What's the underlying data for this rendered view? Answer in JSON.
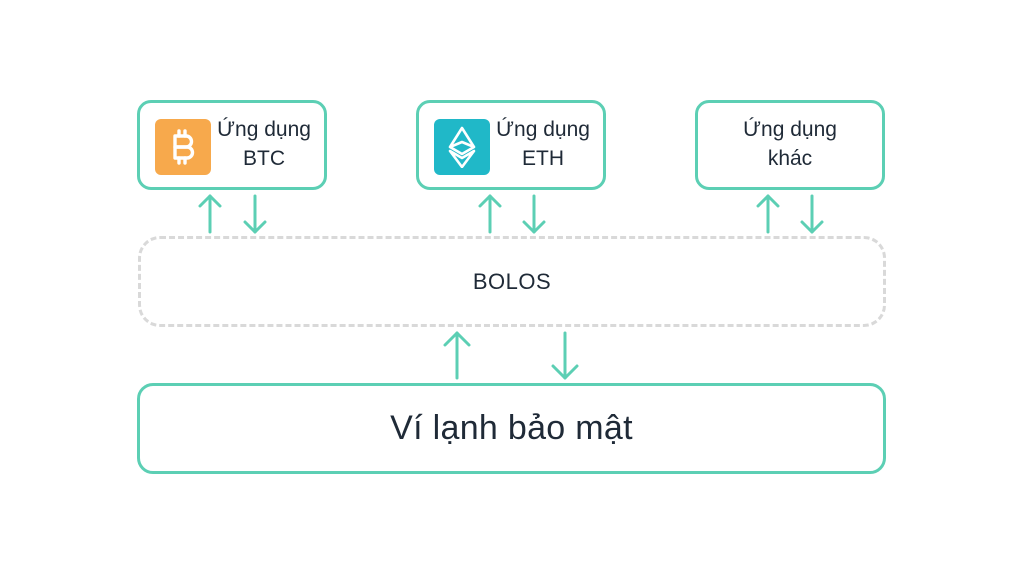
{
  "colors": {
    "accent": "#5ccfb4",
    "dashed_border": "#d9d9d9",
    "text": "#1f2a37",
    "btc_icon_bg": "#f7a94c",
    "eth_icon_bg": "#20b8c8"
  },
  "apps": [
    {
      "line1": "Ứng dụng",
      "line2": "BTC",
      "icon": "bitcoin-icon"
    },
    {
      "line1": "Ứng dụng",
      "line2": "ETH",
      "icon": "ethereum-icon"
    },
    {
      "line1": "Ứng dụng",
      "line2": "khác",
      "icon": ""
    }
  ],
  "os_layer": {
    "label": "BOLOS"
  },
  "wallet": {
    "label": "Ví lạnh bảo mật"
  }
}
